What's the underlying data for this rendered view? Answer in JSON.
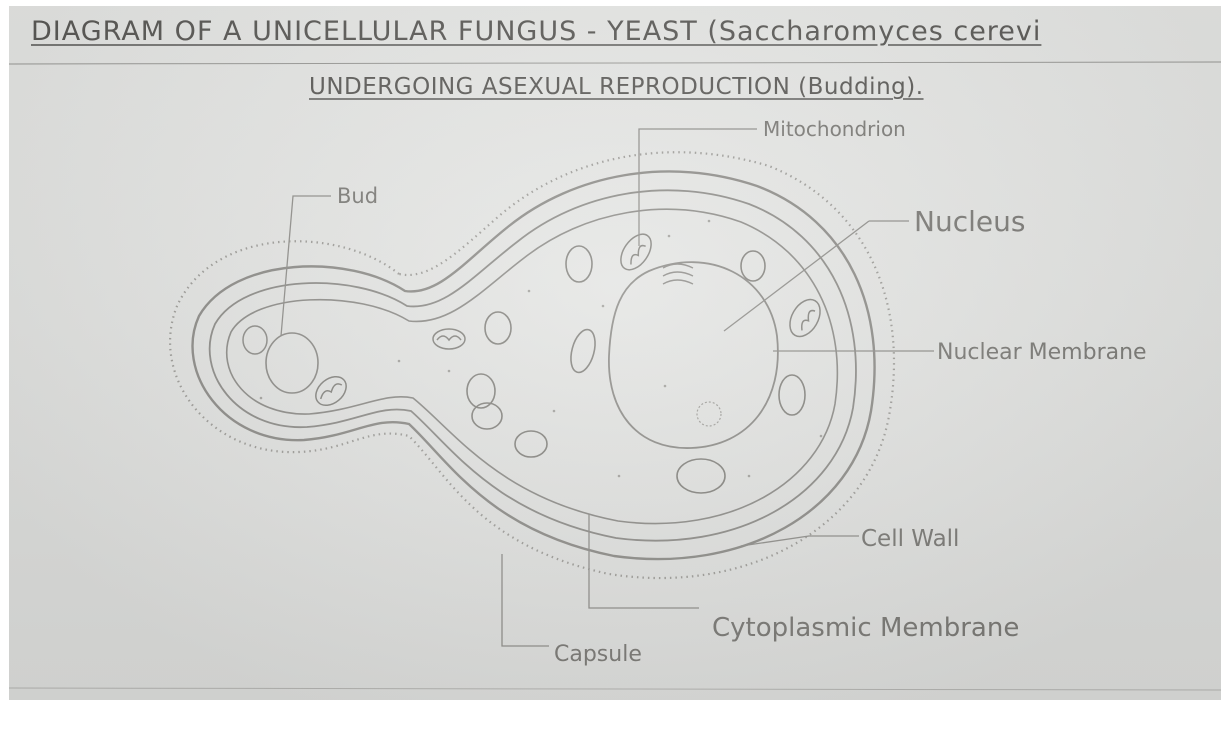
{
  "title": "DIAGRAM OF A UNICELLULAR FUNGUS - YEAST (Saccharomyces cerevi",
  "subtitle": "UNDERGOING ASEXUAL REPRODUCTION (Budding).",
  "labels": {
    "mitochondrion": "Mitochondrion",
    "bud": "Bud",
    "nucleus": "Nucleus",
    "nuclear_membrane": "Nuclear Membrane",
    "cell_wall": "Cell Wall",
    "cytoplasmic_membrane": "Cytoplasmic Membrane",
    "capsule": "Capsule"
  },
  "colors": {
    "paper": "#e3e4e2",
    "pencil": "#7a7975"
  }
}
